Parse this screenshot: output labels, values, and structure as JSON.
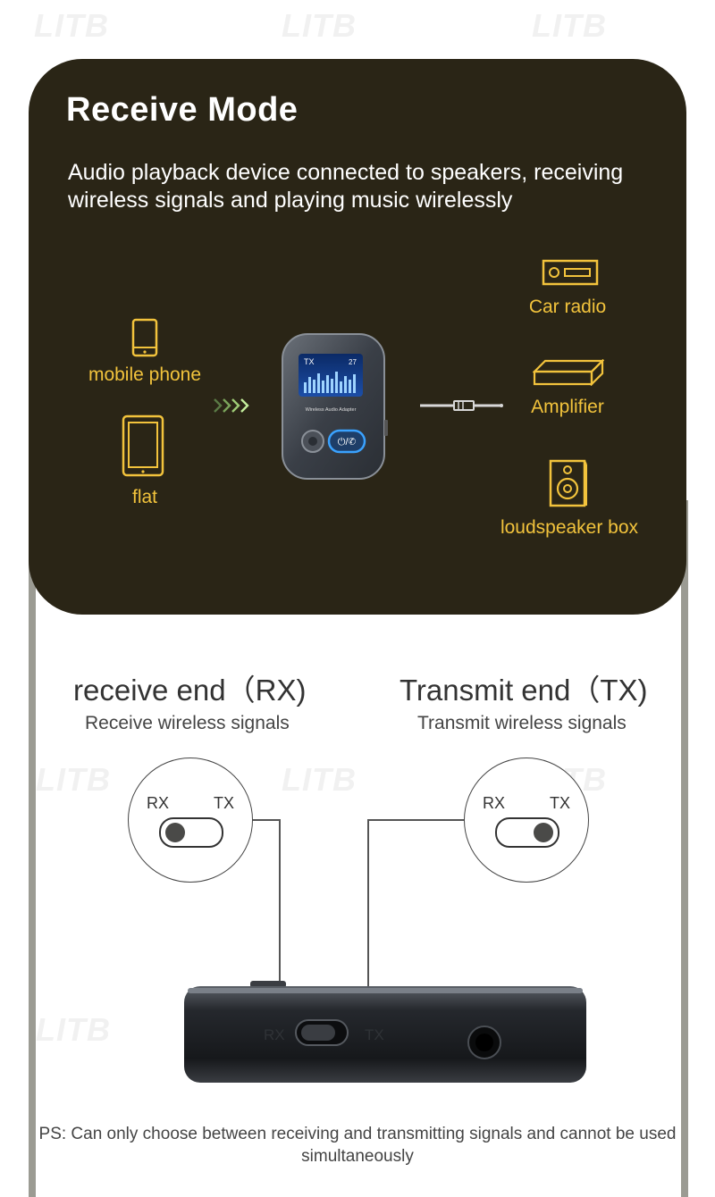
{
  "receive_panel": {
    "title": "Receive Mode",
    "description": "Audio playback device connected to speakers, receiving wireless signals and playing music wirelessly",
    "sources": [
      {
        "label": "mobile phone",
        "icon": "phone-icon"
      },
      {
        "label": "flat",
        "icon": "tablet-icon"
      }
    ],
    "outputs": [
      {
        "label": "Car radio",
        "icon": "car-radio-icon"
      },
      {
        "label": "Amplifier",
        "icon": "amplifier-icon"
      },
      {
        "label": "loudspeaker box",
        "icon": "speaker-icon"
      }
    ],
    "device_screen": {
      "tx_text": "TX",
      "number": "27"
    },
    "device_caption": "Wireless Audio Adapter",
    "accent_color": "#f2c33c",
    "panel_color": "#2a2516"
  },
  "modes": {
    "rx": {
      "title": "receive end（RX)",
      "subtitle": "Receive wireless signals"
    },
    "tx": {
      "title": "Transmit end（TX)",
      "subtitle": "Transmit wireless signals"
    },
    "switch_labels": {
      "rx": "RX",
      "tx": "TX"
    }
  },
  "footnote": "PS: Can only choose between receiving and transmitting signals and cannot be used simultaneously",
  "watermark": "LITB"
}
